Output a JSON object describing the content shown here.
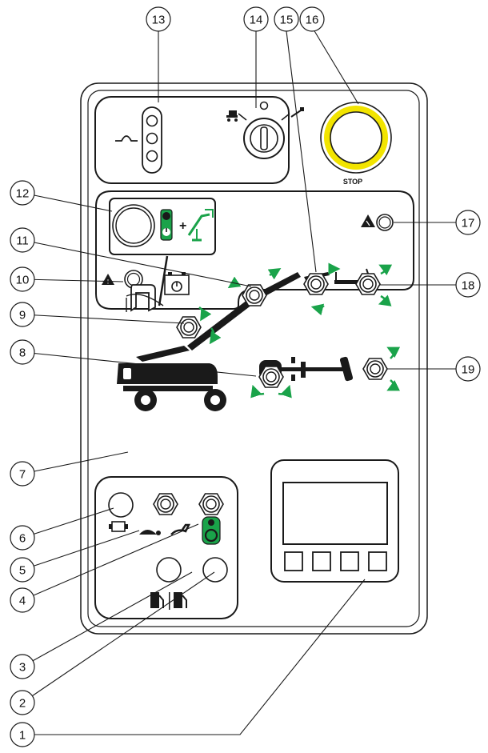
{
  "colors": {
    "line": "#1a1a1a",
    "green": "#1aa34a",
    "yellow": "#f2e400",
    "panel": "#ffffff",
    "grey": "#c9c9c9"
  },
  "stop_label": "STOP",
  "callouts": [
    {
      "id": 1,
      "label": "1"
    },
    {
      "id": 2,
      "label": "2"
    },
    {
      "id": 3,
      "label": "3"
    },
    {
      "id": 4,
      "label": "4"
    },
    {
      "id": 5,
      "label": "5"
    },
    {
      "id": 6,
      "label": "6"
    },
    {
      "id": 7,
      "label": "7"
    },
    {
      "id": 8,
      "label": "8"
    },
    {
      "id": 9,
      "label": "9"
    },
    {
      "id": 10,
      "label": "10"
    },
    {
      "id": 11,
      "label": "11"
    },
    {
      "id": 12,
      "label": "12"
    },
    {
      "id": 13,
      "label": "13"
    },
    {
      "id": 14,
      "label": "14"
    },
    {
      "id": 15,
      "label": "15"
    },
    {
      "id": 16,
      "label": "16"
    },
    {
      "id": 17,
      "label": "17"
    },
    {
      "id": 18,
      "label": "18"
    },
    {
      "id": 19,
      "label": "19"
    }
  ],
  "icons": [
    "horn-icon",
    "key-switch-icon",
    "platform-icon",
    "base-icon",
    "warning-icon",
    "tilt-alarm-icon",
    "battery-icon",
    "engine-icon",
    "turtle-icon",
    "rabbit-icon",
    "fuel-icon",
    "start-icon",
    "steering-icon",
    "boom-icon"
  ]
}
